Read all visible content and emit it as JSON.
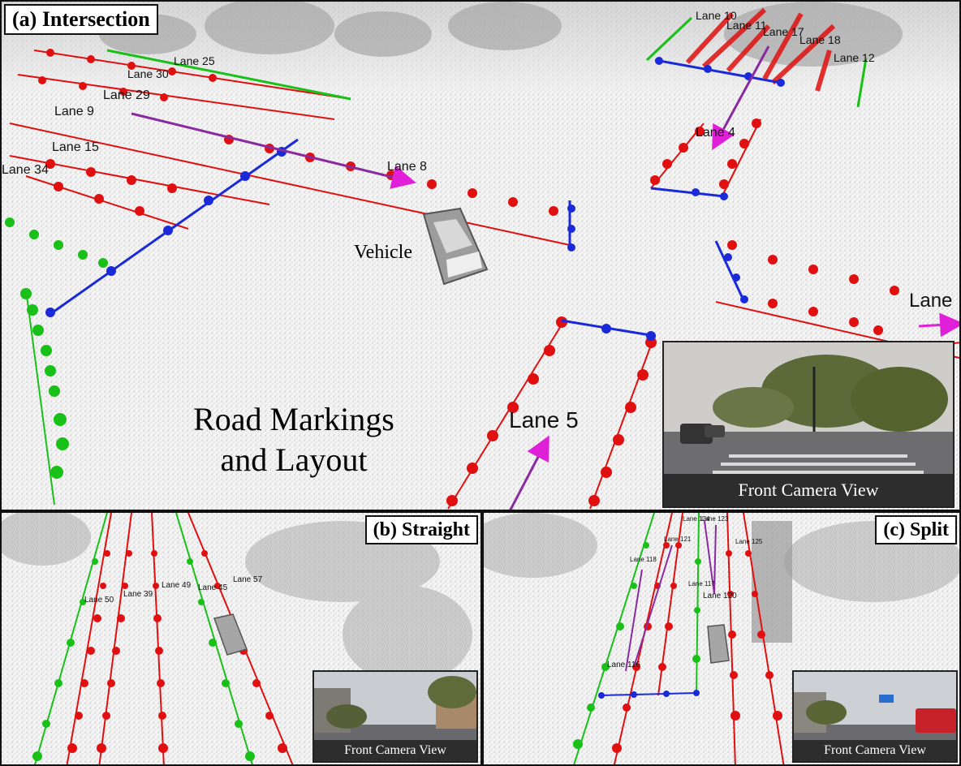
{
  "panels": {
    "a": {
      "title": "(a) Intersection",
      "caption_line1": "Road Markings",
      "caption_line2": "and Layout",
      "vehicle_label": "Vehicle",
      "camera_caption": "Front Camera View",
      "lanes": {
        "l10": "Lane 10",
        "l11": "Lane 11",
        "l17": "Lane 17",
        "l18": "Lane 18",
        "l12": "Lane 12",
        "l25": "Lane 25",
        "l30": "Lane 30",
        "l29": "Lane 29",
        "l9": "Lane 9",
        "l15": "Lane 15",
        "l34": "Lane 34",
        "l8": "Lane 8",
        "l4": "Lane 4",
        "l5": "Lane 5",
        "edge": "Lane"
      }
    },
    "b": {
      "title": "(b) Straight",
      "camera_caption": "Front Camera View",
      "lanes": {
        "l50": "Lane 50",
        "l39": "Lane 39",
        "l49": "Lane 49",
        "l45": "Lane 45",
        "l57": "Lane 57"
      }
    },
    "c": {
      "title": "(c) Split",
      "camera_caption": "Front Camera View",
      "lanes": {
        "l118": "Lane 118",
        "l121": "Lane 121",
        "l117": "Lane 117",
        "l120": "Lane 120",
        "l116": "Lane 116",
        "l124": "Lane 124",
        "l123": "Lane 123",
        "l125": "Lane 125"
      }
    }
  },
  "colors": {
    "lane_red": "#e01010",
    "lane_green": "#18c018",
    "stop_blue": "#1a2ad8",
    "arrow_magenta": "#e020d8",
    "arrow_purple": "#8a2aa0"
  }
}
